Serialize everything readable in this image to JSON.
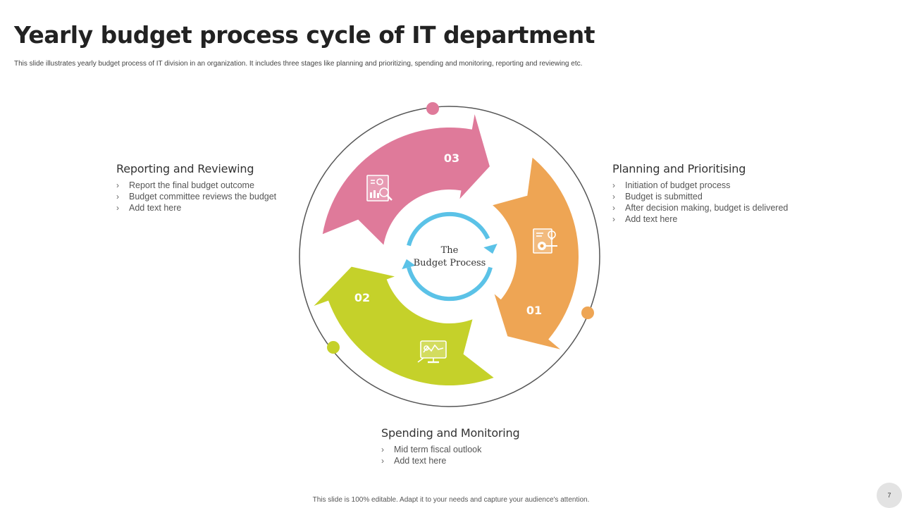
{
  "title": "Yearly budget process cycle of IT department",
  "subtitle": "This slide illustrates yearly budget process of IT division in an organization. It includes three stages like planning and prioritizing, spending and monitoring, reporting and reviewing etc.",
  "center": {
    "line1": "The",
    "line2": "Budget Process"
  },
  "stages": [
    {
      "number": "01",
      "heading": "Planning and Prioritising",
      "color": "#eea554",
      "icon": "planning-gear-icon",
      "bullets": [
        "Initiation of budget process",
        "Budget is submitted",
        "After decision making, budget is delivered",
        "Add text here"
      ]
    },
    {
      "number": "02",
      "heading": "Spending and Monitoring",
      "color": "#c5d12a",
      "icon": "monitor-chart-icon",
      "bullets": [
        "Mid term fiscal outlook",
        "Add text here"
      ]
    },
    {
      "number": "03",
      "heading": "Reporting and Reviewing",
      "color": "#df7a9a",
      "icon": "report-search-icon",
      "bullets": [
        "Report the final budget outcome",
        "Budget committee reviews  the budget",
        "Add text here"
      ]
    }
  ],
  "center_arrow_color": "#5bc2e7",
  "footer": "This slide is 100% editable. Adapt it to your needs and capture your audience's attention.",
  "page_number": "7"
}
